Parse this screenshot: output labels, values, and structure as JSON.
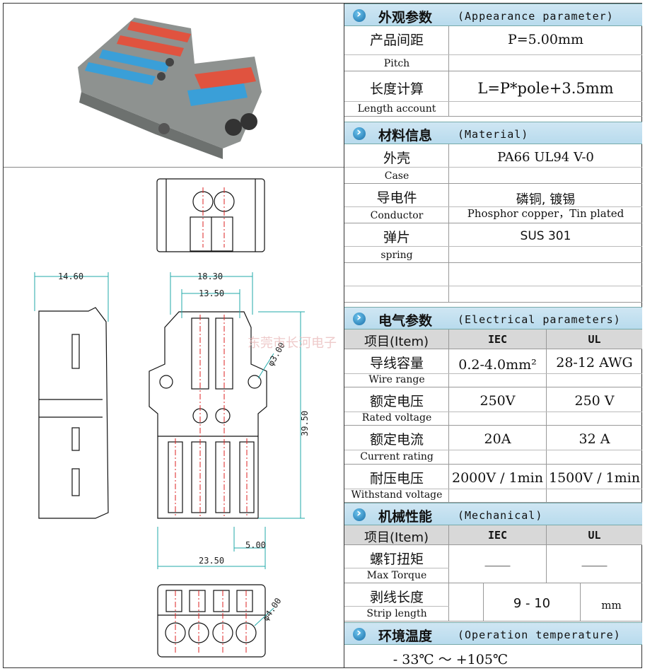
{
  "sections": {
    "appearance": {
      "zh": "外观参数",
      "en": "(Appearance parameter)"
    },
    "material": {
      "zh": "材料信息",
      "en": "(Material)"
    },
    "electrical": {
      "zh": "电气参数",
      "en": "(Electrical parameters)"
    },
    "mechanical": {
      "zh": "机械性能",
      "en": "(Mechanical)"
    },
    "temperature": {
      "zh": "环境温度",
      "en": "(Operation temperature)"
    }
  },
  "appearance": {
    "pitch": {
      "zh": "产品间距",
      "en": "Pitch",
      "value": "P=5.00mm"
    },
    "length": {
      "zh": "长度计算",
      "en": "Length account",
      "value": "L=P*pole+3.5mm"
    }
  },
  "material": {
    "case": {
      "zh": "外壳",
      "en": "Case",
      "value": "PA66 UL94 V-0"
    },
    "conductor": {
      "zh": "导电件",
      "en": "Conductor",
      "value": "磷铜, 镀锡",
      "value_en": "Phosphor copper，Tin plated"
    },
    "spring": {
      "zh": "弹片",
      "en": "spring",
      "value": "SUS  301"
    }
  },
  "electrical": {
    "header": {
      "item": "项目(Item)",
      "iec": "IEC",
      "ul": "UL"
    },
    "rows": [
      {
        "zh": "导线容量",
        "en": "Wire range",
        "iec": "0.2-4.0mm²",
        "ul": "28-12  AWG"
      },
      {
        "zh": "额定电压",
        "en": "Rated voltage",
        "iec": "250V",
        "ul": "250 V"
      },
      {
        "zh": "额定电流",
        "en": "Current rating",
        "iec": "20A",
        "ul": "32 A"
      },
      {
        "zh": "耐压电压",
        "en": "Withstand voltage",
        "iec": "2000V / 1min",
        "ul": "1500V / 1min"
      }
    ]
  },
  "mechanical": {
    "header": {
      "item": "项目(Item)",
      "iec": "IEC",
      "ul": "UL"
    },
    "torque": {
      "zh": "螺钉扭矩",
      "en": "Max Torque",
      "iec": "____",
      "ul": "____"
    },
    "strip": {
      "zh": "剥线长度",
      "en": "Strip length",
      "value": "9  -  10",
      "unit": "mm"
    }
  },
  "temperature": {
    "value": "- 33℃  ～  +105℃"
  },
  "dimensions": {
    "side_width": "14.60",
    "top_width": "18.30",
    "inner_width": "13.50",
    "hole": "φ3.00",
    "height": "39.50",
    "pitch": "5.00",
    "total_width": "23.50",
    "wire_hole": "φ4.00"
  },
  "watermark": "东莞市长河电子",
  "colors": {
    "section_bg": "#c4e1f0",
    "header_bg": "#d8d8d8",
    "red_lever": "#e0533f",
    "blue_lever": "#3a9fd8",
    "body_gray": "#8a8e8c"
  }
}
